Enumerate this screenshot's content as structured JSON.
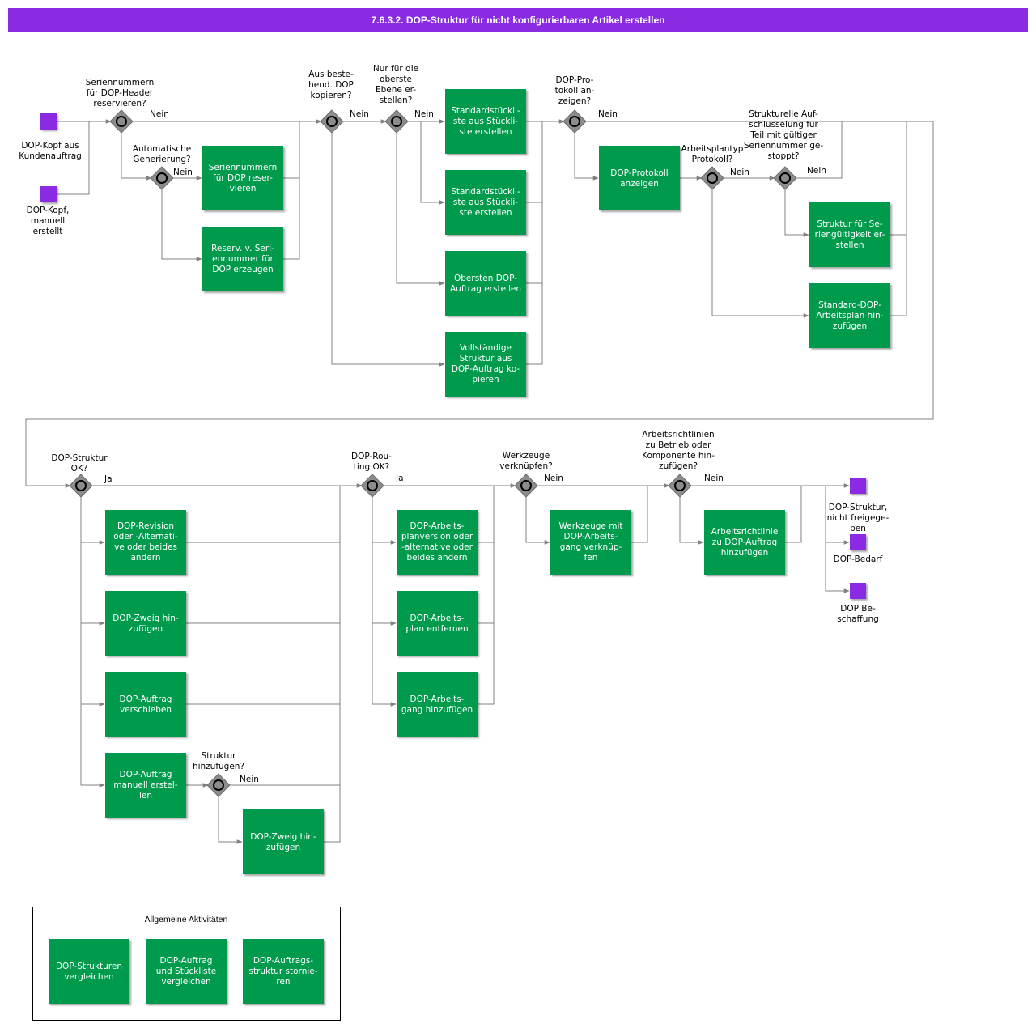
{
  "title": "7.6.3.2. DOP-Struktur für nicht konfigurierbaren Artikel erstellen",
  "events": [
    {
      "id": "ev-kundenauftrag",
      "lines": [
        "DOP-Kopf aus",
        "Kundenauftrag"
      ]
    },
    {
      "id": "ev-manuell",
      "lines": [
        "DOP-Kopf,",
        "manuell",
        "erstellt"
      ]
    },
    {
      "id": "ev-nicht-freigegeben",
      "lines": [
        "DOP-Struktur,",
        "nicht freigege-",
        "ben"
      ]
    },
    {
      "id": "ev-bedarf",
      "lines": [
        "DOP-Bedarf"
      ]
    },
    {
      "id": "ev-beschaffung",
      "lines": [
        "DOP Be-",
        "schaffung"
      ]
    }
  ],
  "gateways": [
    {
      "id": "gw-seriennummern",
      "lines": [
        "Seriennummern",
        "für DOP-Header",
        "reservieren?"
      ]
    },
    {
      "id": "gw-automatisch",
      "lines": [
        "Automatische",
        "Generierung?"
      ]
    },
    {
      "id": "gw-kopieren",
      "lines": [
        "Aus beste-",
        "hend. DOP",
        "kopieren?"
      ]
    },
    {
      "id": "gw-oberste-ebene",
      "lines": [
        "Nur für die",
        "oberste",
        "Ebene er-",
        "stellen?"
      ]
    },
    {
      "id": "gw-protokoll",
      "lines": [
        "DOP-Pro-",
        "tokoll an-",
        "zeigen?"
      ]
    },
    {
      "id": "gw-arbeitsplantyp",
      "lines": [
        "Arbeitsplantyp",
        "Protokoll?"
      ]
    },
    {
      "id": "gw-strukturelle",
      "lines": [
        "Strukturelle Auf-",
        "schlüsselung für",
        "Teil mit gültiger",
        "Seriennummer ge-",
        "stoppt?"
      ]
    },
    {
      "id": "gw-struktur-ok",
      "lines": [
        "DOP-Struktur",
        "OK?"
      ]
    },
    {
      "id": "gw-routing-ok",
      "lines": [
        "DOP-Rou-",
        "ting OK?"
      ]
    },
    {
      "id": "gw-werkzeuge",
      "lines": [
        "Werkzeuge",
        "verknüpfen?"
      ]
    },
    {
      "id": "gw-arbeitsrichtlinien",
      "lines": [
        "Arbeitsrichtlinien",
        "zu Betrieb oder",
        "Komponente hin-",
        "zufügen?"
      ]
    },
    {
      "id": "gw-struktur-hinzufuegen",
      "lines": [
        "Struktur",
        "hinzufügen?"
      ]
    }
  ],
  "tasks": [
    {
      "id": "task-seriennummern-reservieren",
      "lines": [
        "Seriennummern",
        "für DOP reser-",
        "vieren"
      ]
    },
    {
      "id": "task-reserv-erzeugen",
      "lines": [
        "Reserv. v. Seri-",
        "ennummer für",
        "DOP erzeugen"
      ]
    },
    {
      "id": "task-standardstueckliste-1",
      "lines": [
        "Standardstückli-",
        "ste aus Stückli-",
        "ste erstellen"
      ]
    },
    {
      "id": "task-standardstueckliste-2",
      "lines": [
        "Standardstückli-",
        "ste aus Stückli-",
        "ste erstellen"
      ]
    },
    {
      "id": "task-obersten-auftrag",
      "lines": [
        "Obersten DOP-",
        "Auftrag erstellen"
      ]
    },
    {
      "id": "task-vollstaendige-struktur",
      "lines": [
        "Vollständige",
        "Struktur aus",
        "DOP-Auftrag ko-",
        "pieren"
      ]
    },
    {
      "id": "task-protokoll-anzeigen",
      "lines": [
        "DOP-Protokoll",
        "anzeigen"
      ]
    },
    {
      "id": "task-struktur-seriengueltigkeit",
      "lines": [
        "Struktur für Se-",
        "riengültigkeit er-",
        "stellen"
      ]
    },
    {
      "id": "task-standard-arbeitsplan",
      "lines": [
        "Standard-DOP-",
        "Arbeitsplan hin-",
        "zufügen"
      ]
    },
    {
      "id": "task-revision-aendern",
      "lines": [
        "DOP-Revision",
        "oder -Alternati-",
        "ve oder beides",
        "ändern"
      ]
    },
    {
      "id": "task-zweig-hinzufuegen-1",
      "lines": [
        "DOP-Zweig hin-",
        "zufügen"
      ]
    },
    {
      "id": "task-auftrag-verschieben",
      "lines": [
        "DOP-Auftrag",
        "verschieben"
      ]
    },
    {
      "id": "task-auftrag-manuell",
      "lines": [
        "DOP-Auftrag",
        "manuell erstel-",
        "len"
      ]
    },
    {
      "id": "task-zweig-hinzufuegen-2",
      "lines": [
        "DOP-Zweig hin-",
        "zufügen"
      ]
    },
    {
      "id": "task-arbeitsplanversion",
      "lines": [
        "DOP-Arbeits-",
        "planversion oder",
        "-alternative oder",
        "beides ändern"
      ]
    },
    {
      "id": "task-arbeitsplan-entfernen",
      "lines": [
        "DOP-Arbeits-",
        "plan entfernen"
      ]
    },
    {
      "id": "task-arbeitsgang-hinzufuegen",
      "lines": [
        "DOP-Arbeits-",
        "gang hinzufügen"
      ]
    },
    {
      "id": "task-werkzeuge-verknuepfen",
      "lines": [
        "Werkzeuge mit",
        "DOP-Arbeits-",
        "gang verknüp-",
        "fen"
      ]
    },
    {
      "id": "task-arbeitsrichtlinie",
      "lines": [
        "Arbeitsrichtlinie",
        "zu DOP-Auftrag",
        "hinzufügen"
      ]
    }
  ],
  "flow_labels": [
    {
      "id": "fl-nein-1",
      "text": "Nein"
    },
    {
      "id": "fl-nein-2",
      "text": "Nein"
    },
    {
      "id": "fl-nein-3",
      "text": "Nein"
    },
    {
      "id": "fl-nein-4",
      "text": "Nein"
    },
    {
      "id": "fl-nein-5",
      "text": "Nein"
    },
    {
      "id": "fl-nein-6",
      "text": "Nein"
    },
    {
      "id": "fl-nein-7",
      "text": "Nein"
    },
    {
      "id": "fl-ja-1",
      "text": "Ja"
    },
    {
      "id": "fl-ja-2",
      "text": "Ja"
    },
    {
      "id": "fl-nein-8",
      "text": "Nein"
    },
    {
      "id": "fl-nein-9",
      "text": "Nein"
    },
    {
      "id": "fl-nein-10",
      "text": "Nein"
    }
  ],
  "legend": {
    "title": "Allgemeine Aktivitäten",
    "tasks": [
      {
        "id": "task-strukturen-vergleichen",
        "lines": [
          "DOP-Strukturen",
          "vergleichen"
        ]
      },
      {
        "id": "task-auftrag-stueckliste",
        "lines": [
          "DOP-Auftrag",
          "und Stückliste",
          "vergleichen"
        ]
      },
      {
        "id": "task-auftragsstruktur-stornieren",
        "lines": [
          "DOP-Auftrags-",
          "struktur stornie-",
          "ren"
        ]
      }
    ]
  },
  "colors": {
    "header": "#8a2be2",
    "task": "#009a4e",
    "event": "#8a2be2",
    "gateway": "#8c8c8c",
    "connector": "#808080"
  }
}
